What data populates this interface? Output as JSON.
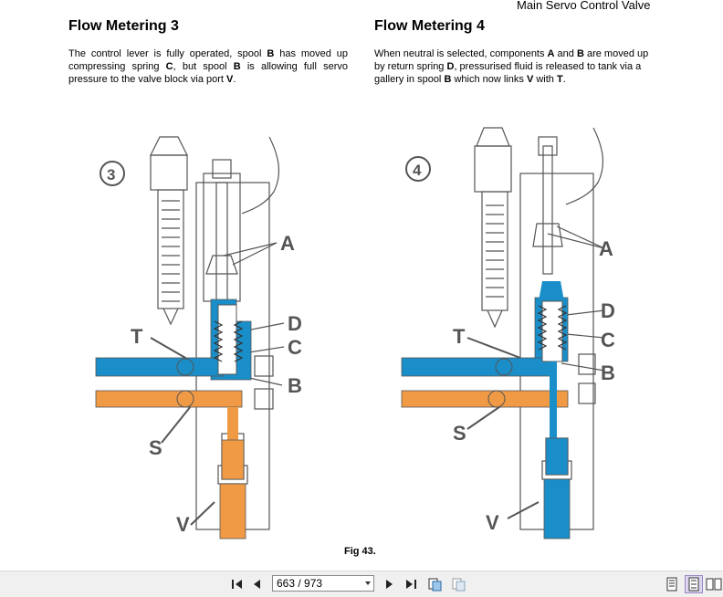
{
  "header": {
    "section_title": "Main Servo Control Valve"
  },
  "left_column": {
    "title": "Flow Metering 3",
    "body_parts": [
      {
        "t": "The control lever is fully operated, spool "
      },
      {
        "t": "B",
        "b": true
      },
      {
        "t": " has moved up compressing spring "
      },
      {
        "t": "C",
        "b": true
      },
      {
        "t": ", but spool "
      },
      {
        "t": "B",
        "b": true
      },
      {
        "t": " is allowing full servo pressure to the valve block via port "
      },
      {
        "t": "V",
        "b": true
      },
      {
        "t": "."
      }
    ]
  },
  "right_column": {
    "title": "Flow Metering 4",
    "body_parts": [
      {
        "t": "When neutral is selected, components "
      },
      {
        "t": "A",
        "b": true
      },
      {
        "t": " and "
      },
      {
        "t": "B",
        "b": true
      },
      {
        "t": " are moved up by return spring "
      },
      {
        "t": "D",
        "b": true
      },
      {
        "t": ", pressurised fluid is released to tank via a gallery in spool "
      },
      {
        "t": "B",
        "b": true
      },
      {
        "t": " which now links "
      },
      {
        "t": "V",
        "b": true
      },
      {
        "t": " with "
      },
      {
        "t": "T",
        "b": true
      },
      {
        "t": "."
      }
    ]
  },
  "figure": {
    "caption": "Fig 43.",
    "diagram_3": {
      "number": "3",
      "labels": {
        "A": "A",
        "D": "D",
        "C": "C",
        "B": "B",
        "T": "T",
        "S": "S",
        "V": "V"
      }
    },
    "diagram_4": {
      "number": "4",
      "labels": {
        "A": "A",
        "D": "D",
        "C": "C",
        "B": "B",
        "T": "T",
        "S": "S",
        "V": "V"
      }
    },
    "colors": {
      "blue": "#1a8ec9",
      "orange": "#f09a45",
      "outline": "#555555"
    }
  },
  "toolbar": {
    "page_display": "663 / 973",
    "icons": [
      "first-page-icon",
      "previous-page-icon",
      "next-page-icon",
      "last-page-icon",
      "fit-page-icon",
      "fit-width-icon",
      "single-page-view-icon",
      "continuous-view-icon",
      "two-page-view-icon"
    ]
  }
}
